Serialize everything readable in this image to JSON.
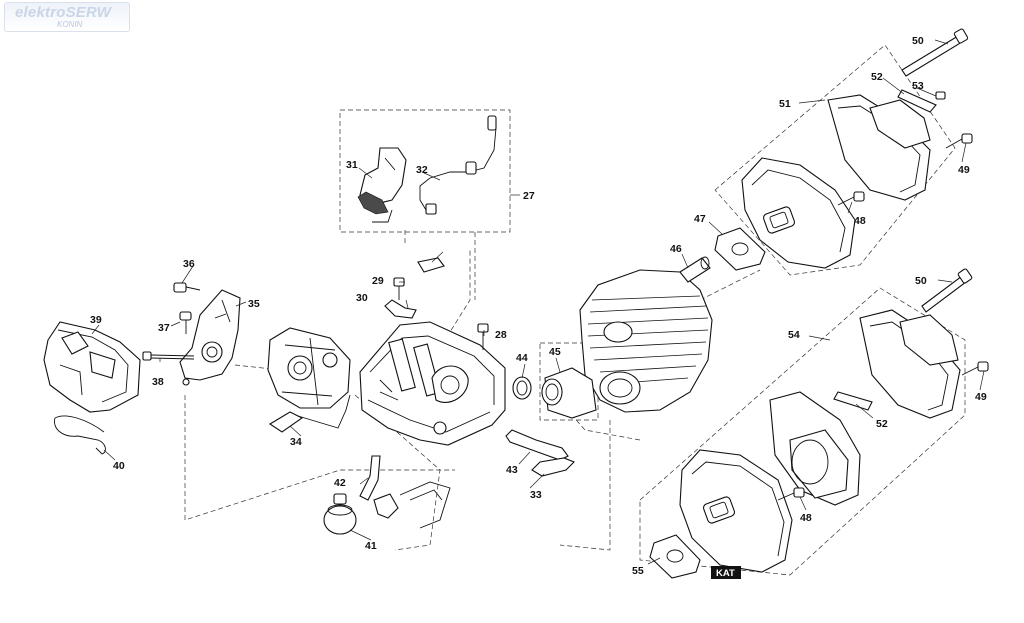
{
  "watermark": {
    "title": "elektroSERW",
    "subtitle": "KONIN"
  },
  "callouts": {
    "c27": "27",
    "c28": "28",
    "c29": "29",
    "c30": "30",
    "c31": "31",
    "c32": "32",
    "c33": "33",
    "c34": "34",
    "c35": "35",
    "c36": "36",
    "c37": "37",
    "c38": "38",
    "c39": "39",
    "c40": "40",
    "c41": "41",
    "c42": "42",
    "c43": "43",
    "c44": "44",
    "c45": "45",
    "c46": "46",
    "c47": "47",
    "c48a": "48",
    "c48b": "48",
    "c49a": "49",
    "c49b": "49",
    "c50a": "50",
    "c50b": "50",
    "c51": "51",
    "c52a": "52",
    "c52b": "52",
    "c53": "53",
    "c54": "54",
    "c55": "55"
  },
  "kat_label": "KAT"
}
